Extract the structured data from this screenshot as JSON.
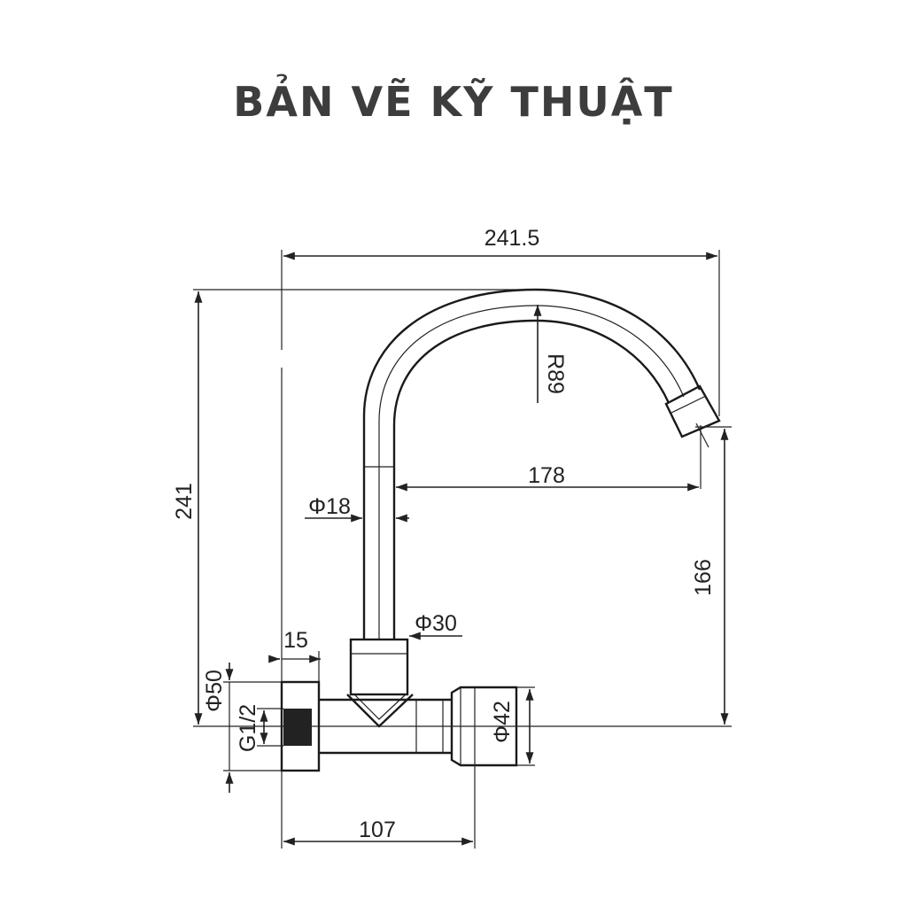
{
  "title": "BẢN VẼ KỸ THUẬT",
  "dimensions": {
    "overall_width": "241.5",
    "overall_height": "241",
    "spout_radius": "R89",
    "spout_reach": "178",
    "spout_outlet_height": "166",
    "pipe_diameter": "Φ18",
    "body_diameter": "Φ30",
    "flange_thickness": "15",
    "flange_diameter": "Φ50",
    "thread_size": "G1/2",
    "nut_diameter": "Φ42",
    "base_width": "107"
  }
}
